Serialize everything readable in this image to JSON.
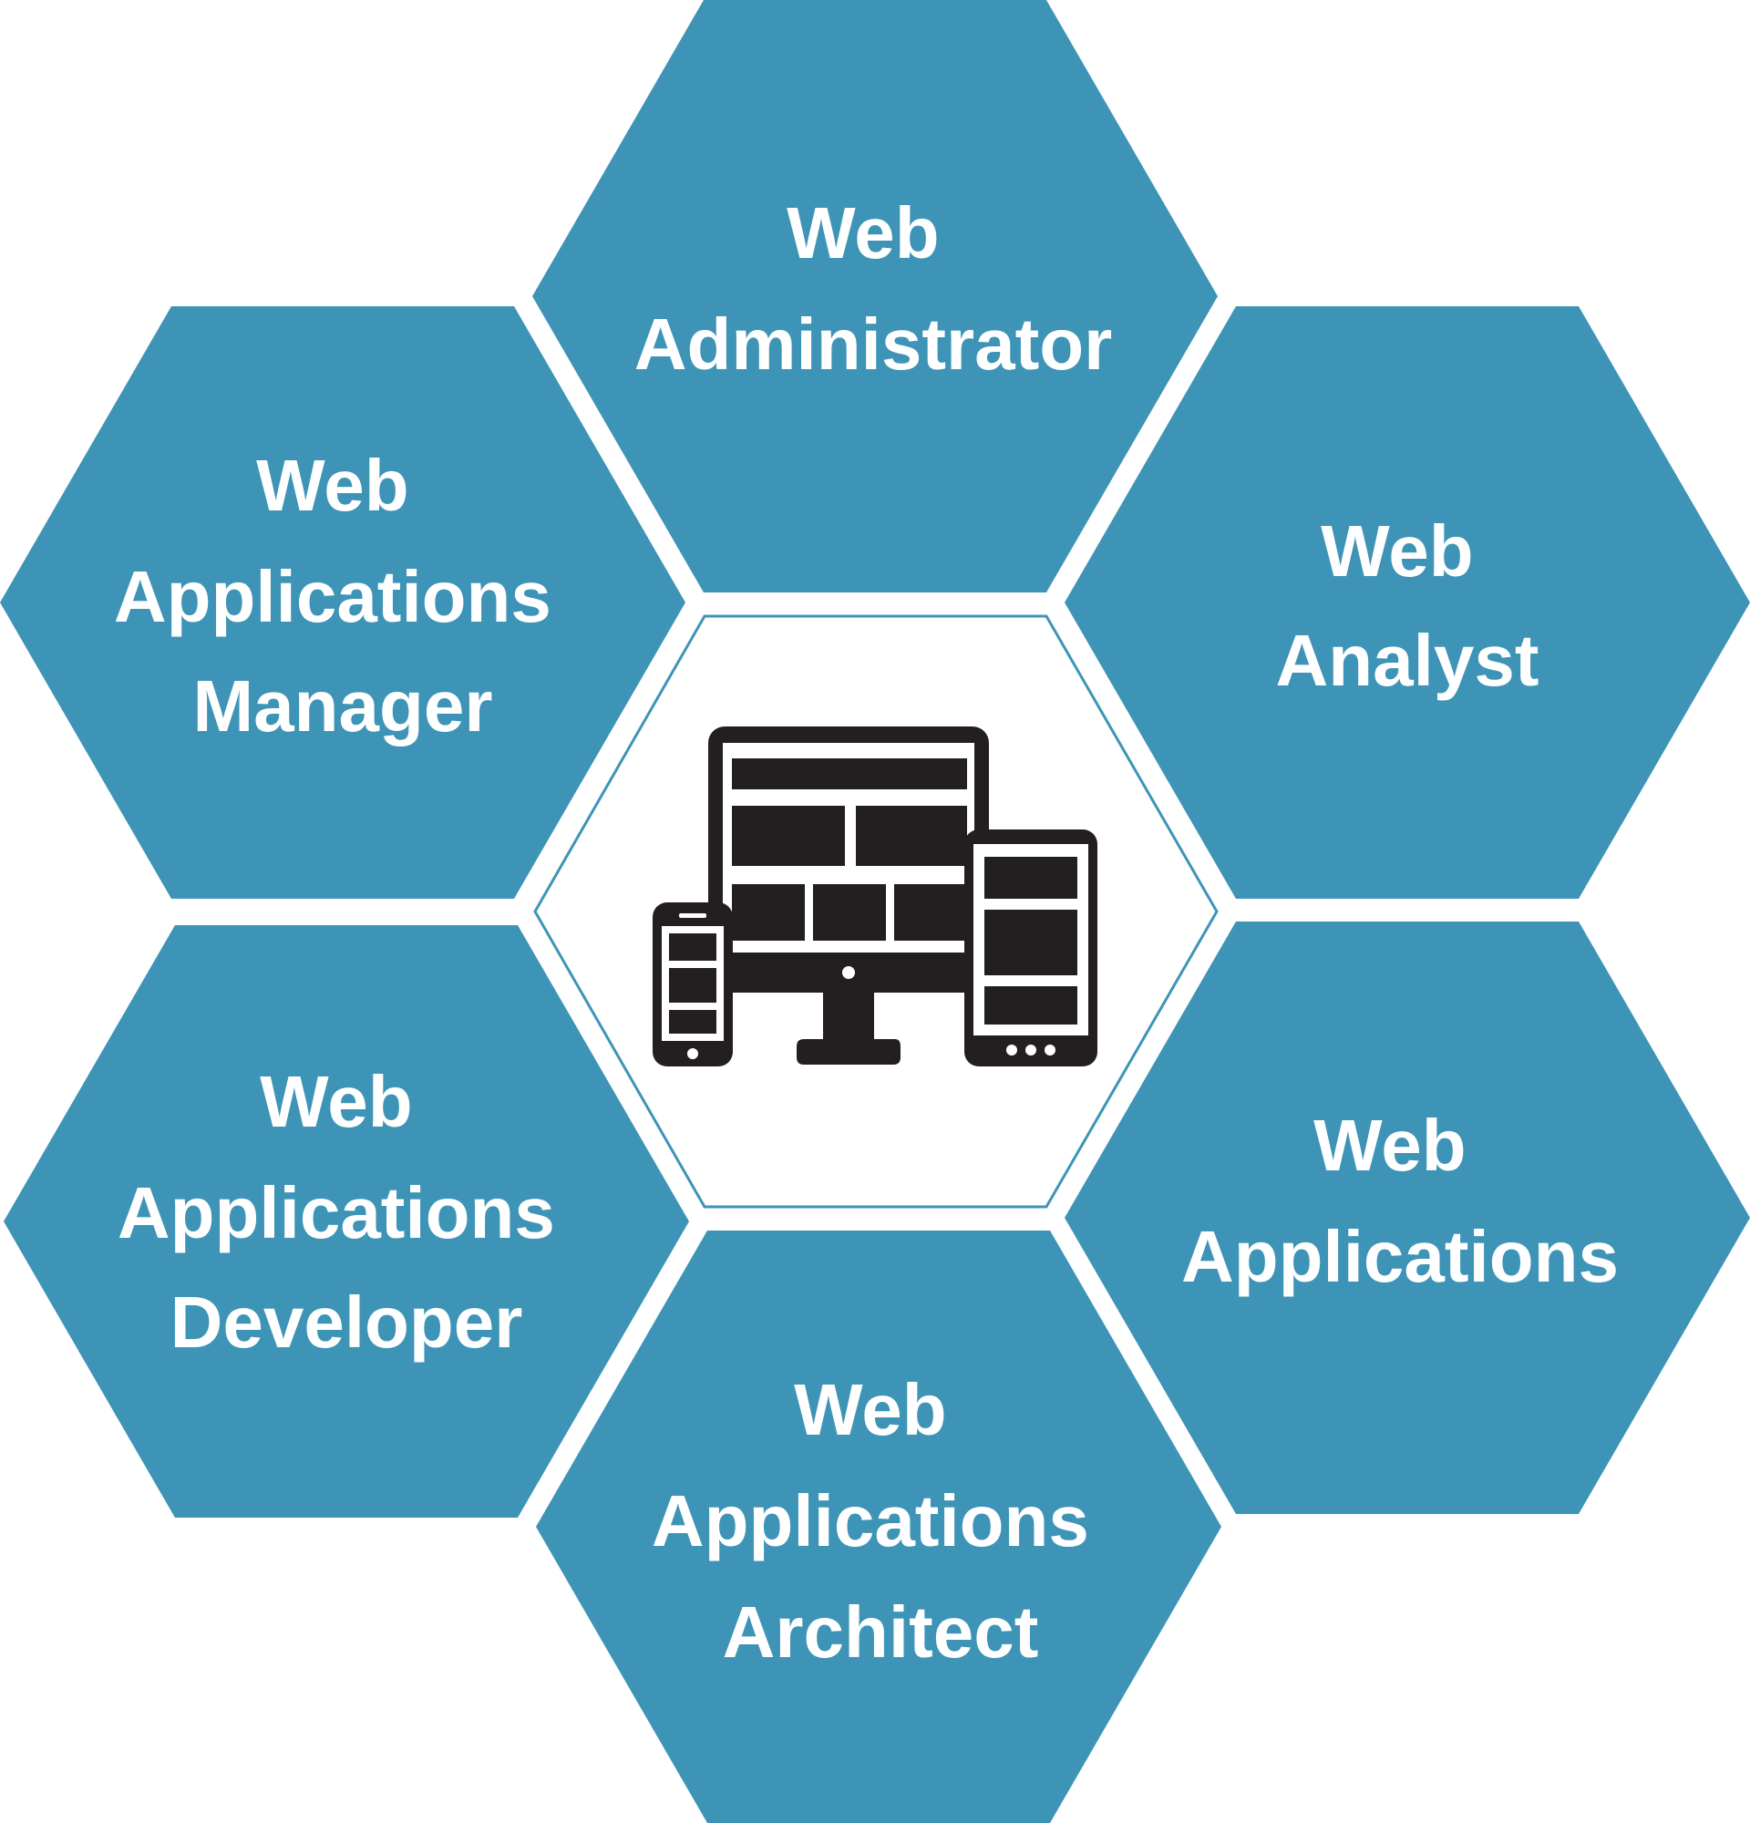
{
  "colors": {
    "hex_fill": "#3e94b7",
    "center_stroke": "#3e94b7",
    "center_fill": "#ffffff",
    "icon": "#231f20",
    "background": "#ffffff"
  },
  "center": {
    "icon": "responsive-devices-icon"
  },
  "hexagons": [
    {
      "id": "top",
      "lines": [
        "Web",
        "Administrator"
      ]
    },
    {
      "id": "upper-left",
      "lines": [
        "Web",
        "Applications",
        "Manager"
      ]
    },
    {
      "id": "upper-right",
      "lines": [
        "Web",
        "Analyst"
      ]
    },
    {
      "id": "lower-left",
      "lines": [
        "Web",
        "Applications",
        "Developer"
      ]
    },
    {
      "id": "lower-right",
      "lines": [
        "Web",
        "Applications"
      ]
    },
    {
      "id": "bottom",
      "lines": [
        "Web",
        "Applications",
        "Architect"
      ]
    }
  ]
}
